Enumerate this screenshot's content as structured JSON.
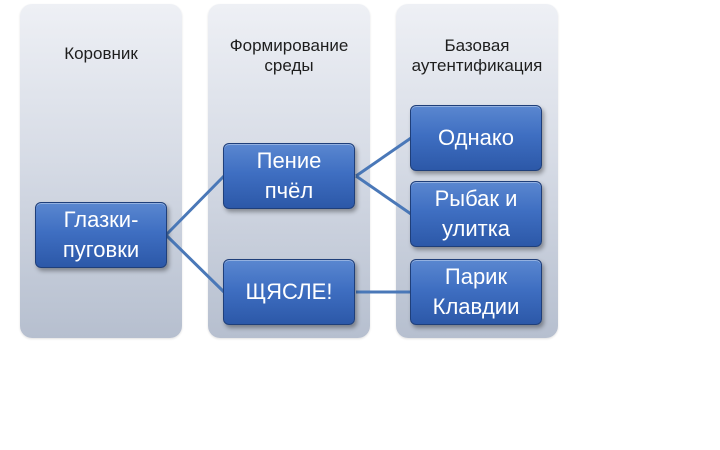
{
  "columns": [
    {
      "title": "Коровник"
    },
    {
      "title": "Формирование среды"
    },
    {
      "title": "Базовая аутентификация"
    }
  ],
  "nodes": {
    "root": "Глазки-пуговки",
    "mid_top": "Пение пчёл",
    "mid_bottom": "ЩЯСЛЕ!",
    "right_1": "Однако",
    "right_2": "Рыбак и улитка",
    "right_3": "Парик Клавдии"
  },
  "colors": {
    "node_fill": "#3f6fc2",
    "node_border": "#1f3f7a",
    "connector": "#4a78b8",
    "column_top": "#eef0f5",
    "column_bottom": "#b6bfcf"
  }
}
